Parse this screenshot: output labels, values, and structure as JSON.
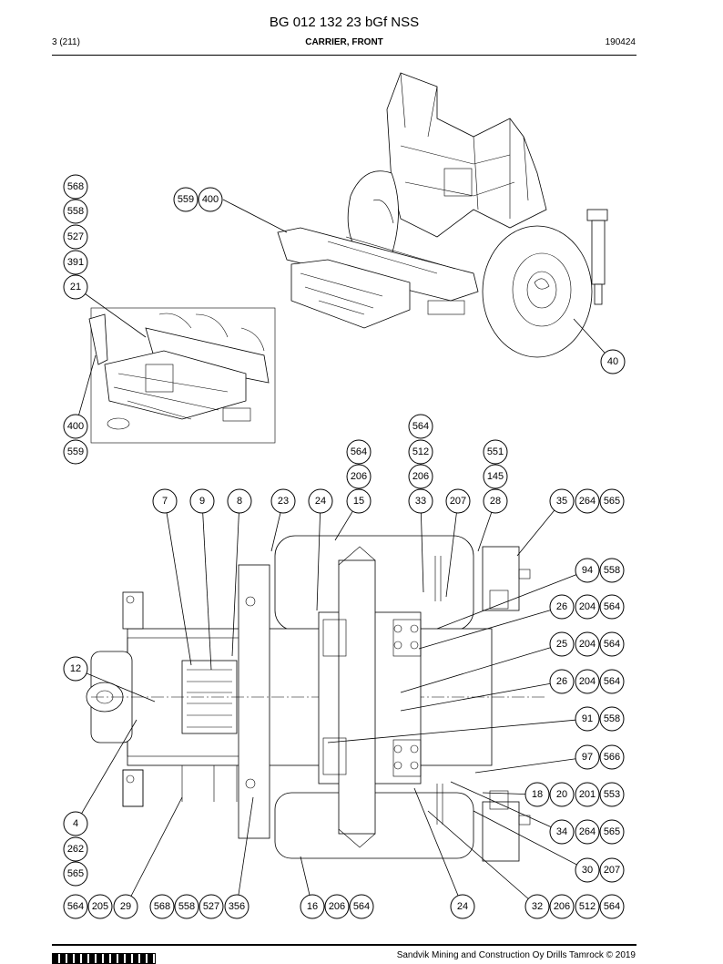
{
  "header": {
    "doc_title": "BG 012 132 23 bGf NSS",
    "page_no": "3 (211)",
    "section": "CARRIER, FRONT",
    "doc_date": "190424"
  },
  "footer": {
    "text": "Sandvik Mining and Construction Oy Drills Tamrock © 2019"
  },
  "callouts": [
    "568",
    "558",
    "527",
    "391",
    "21",
    "559",
    "400",
    "40",
    "400",
    "559",
    "564",
    "564",
    "512",
    "551",
    "206",
    "206",
    "145",
    "7",
    "9",
    "8",
    "23",
    "24",
    "15",
    "33",
    "207",
    "28",
    "35",
    "264",
    "565",
    "94",
    "558",
    "26",
    "204",
    "564",
    "25",
    "204",
    "564",
    "26",
    "204",
    "564",
    "12",
    "91",
    "558",
    "97",
    "566",
    "18",
    "20",
    "201",
    "553",
    "4",
    "34",
    "264",
    "565",
    "262",
    "30",
    "207",
    "565",
    "564",
    "205",
    "29",
    "568",
    "558",
    "527",
    "356",
    "16",
    "206",
    "564",
    "24",
    "32",
    "206",
    "512",
    "564"
  ]
}
